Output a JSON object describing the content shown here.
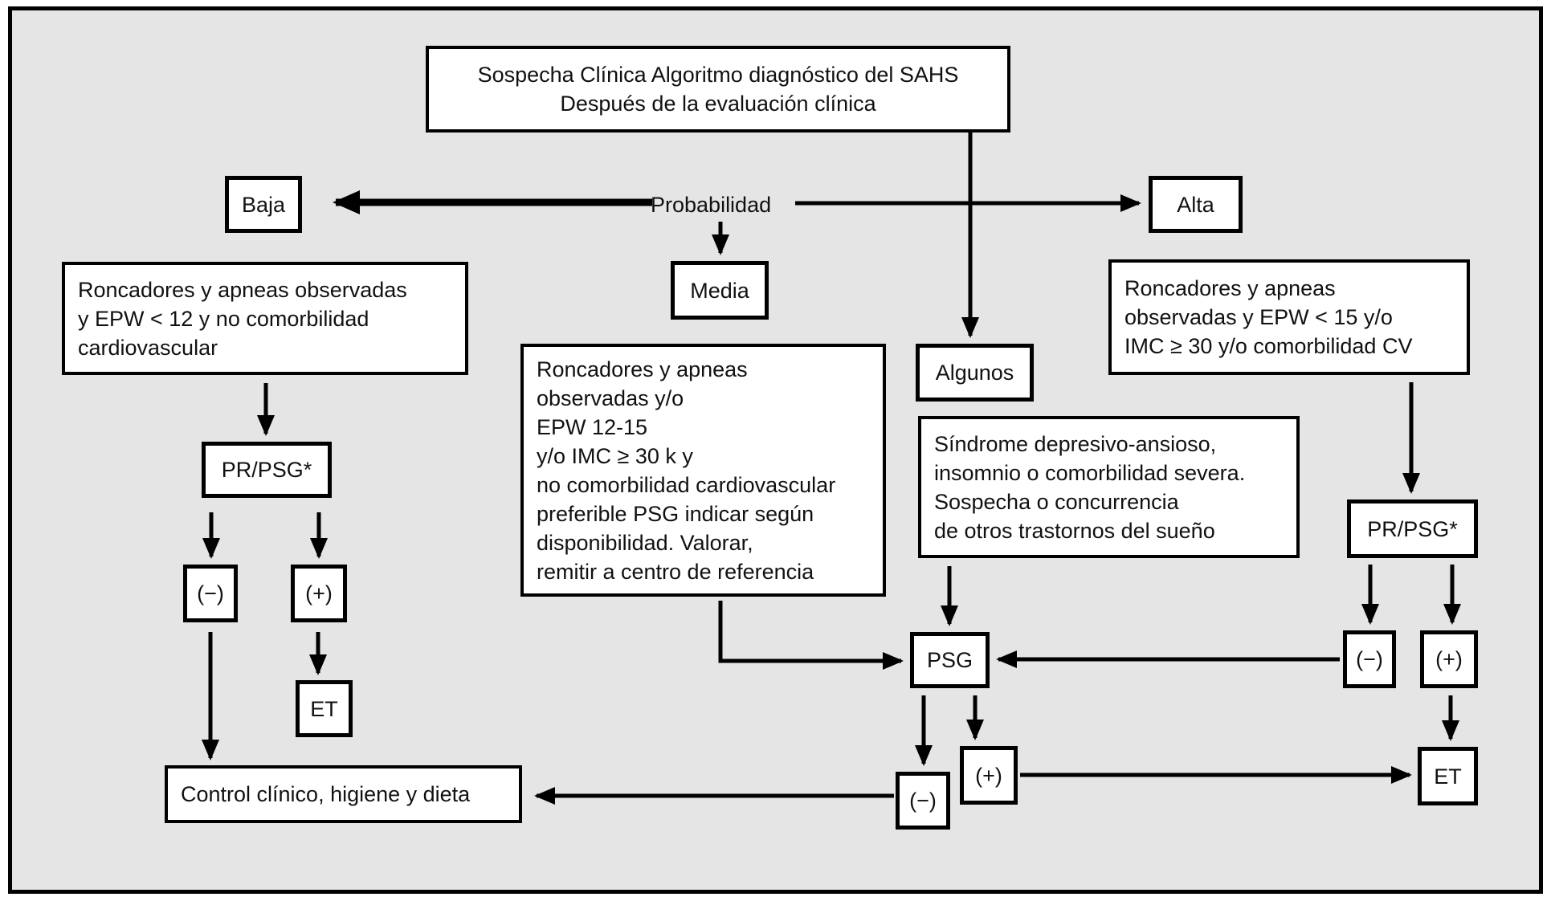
{
  "figure": {
    "title": "Sospecha Clínica Algoritmo diagnóstico del SAHS\nDespués de la evaluación clínica"
  },
  "probability": {
    "label": "Probabilidad",
    "baja": "Baja",
    "media": "Media",
    "alta": "Alta",
    "algunos": "Algunos"
  },
  "criteria": {
    "baja": "Roncadores y apneas observadas\ny EPW < 12 y no comorbilidad\ncardiovascular",
    "media": "Roncadores y apneas\nobservadas y/o\nEPW 12-15\ny/o IMC ≥ 30 k y\nno comorbilidad cardiovascular\npreferible PSG indicar según\ndisponibilidad. Valorar,\nremitir a centro de referencia",
    "alta": "Roncadores y apneas\nobservadas y EPW < 15 y/o\nIMC ≥ 30 y/o comorbilidad CV",
    "algunos": "Síndrome depresivo-ansioso,\ninsomnio o comorbilidad severa.\nSospecha o concurrencia\nde otros trastornos del sueño"
  },
  "nodes": {
    "pr_psg": "PR/PSG*",
    "psg": "PSG",
    "negative": "(−)",
    "positive": "(+)",
    "et": "ET",
    "control": "Control clínico, higiene y dieta"
  },
  "colors": {
    "background": "#e5e5e5",
    "box_fill": "#ffffff",
    "line": "#000000"
  }
}
